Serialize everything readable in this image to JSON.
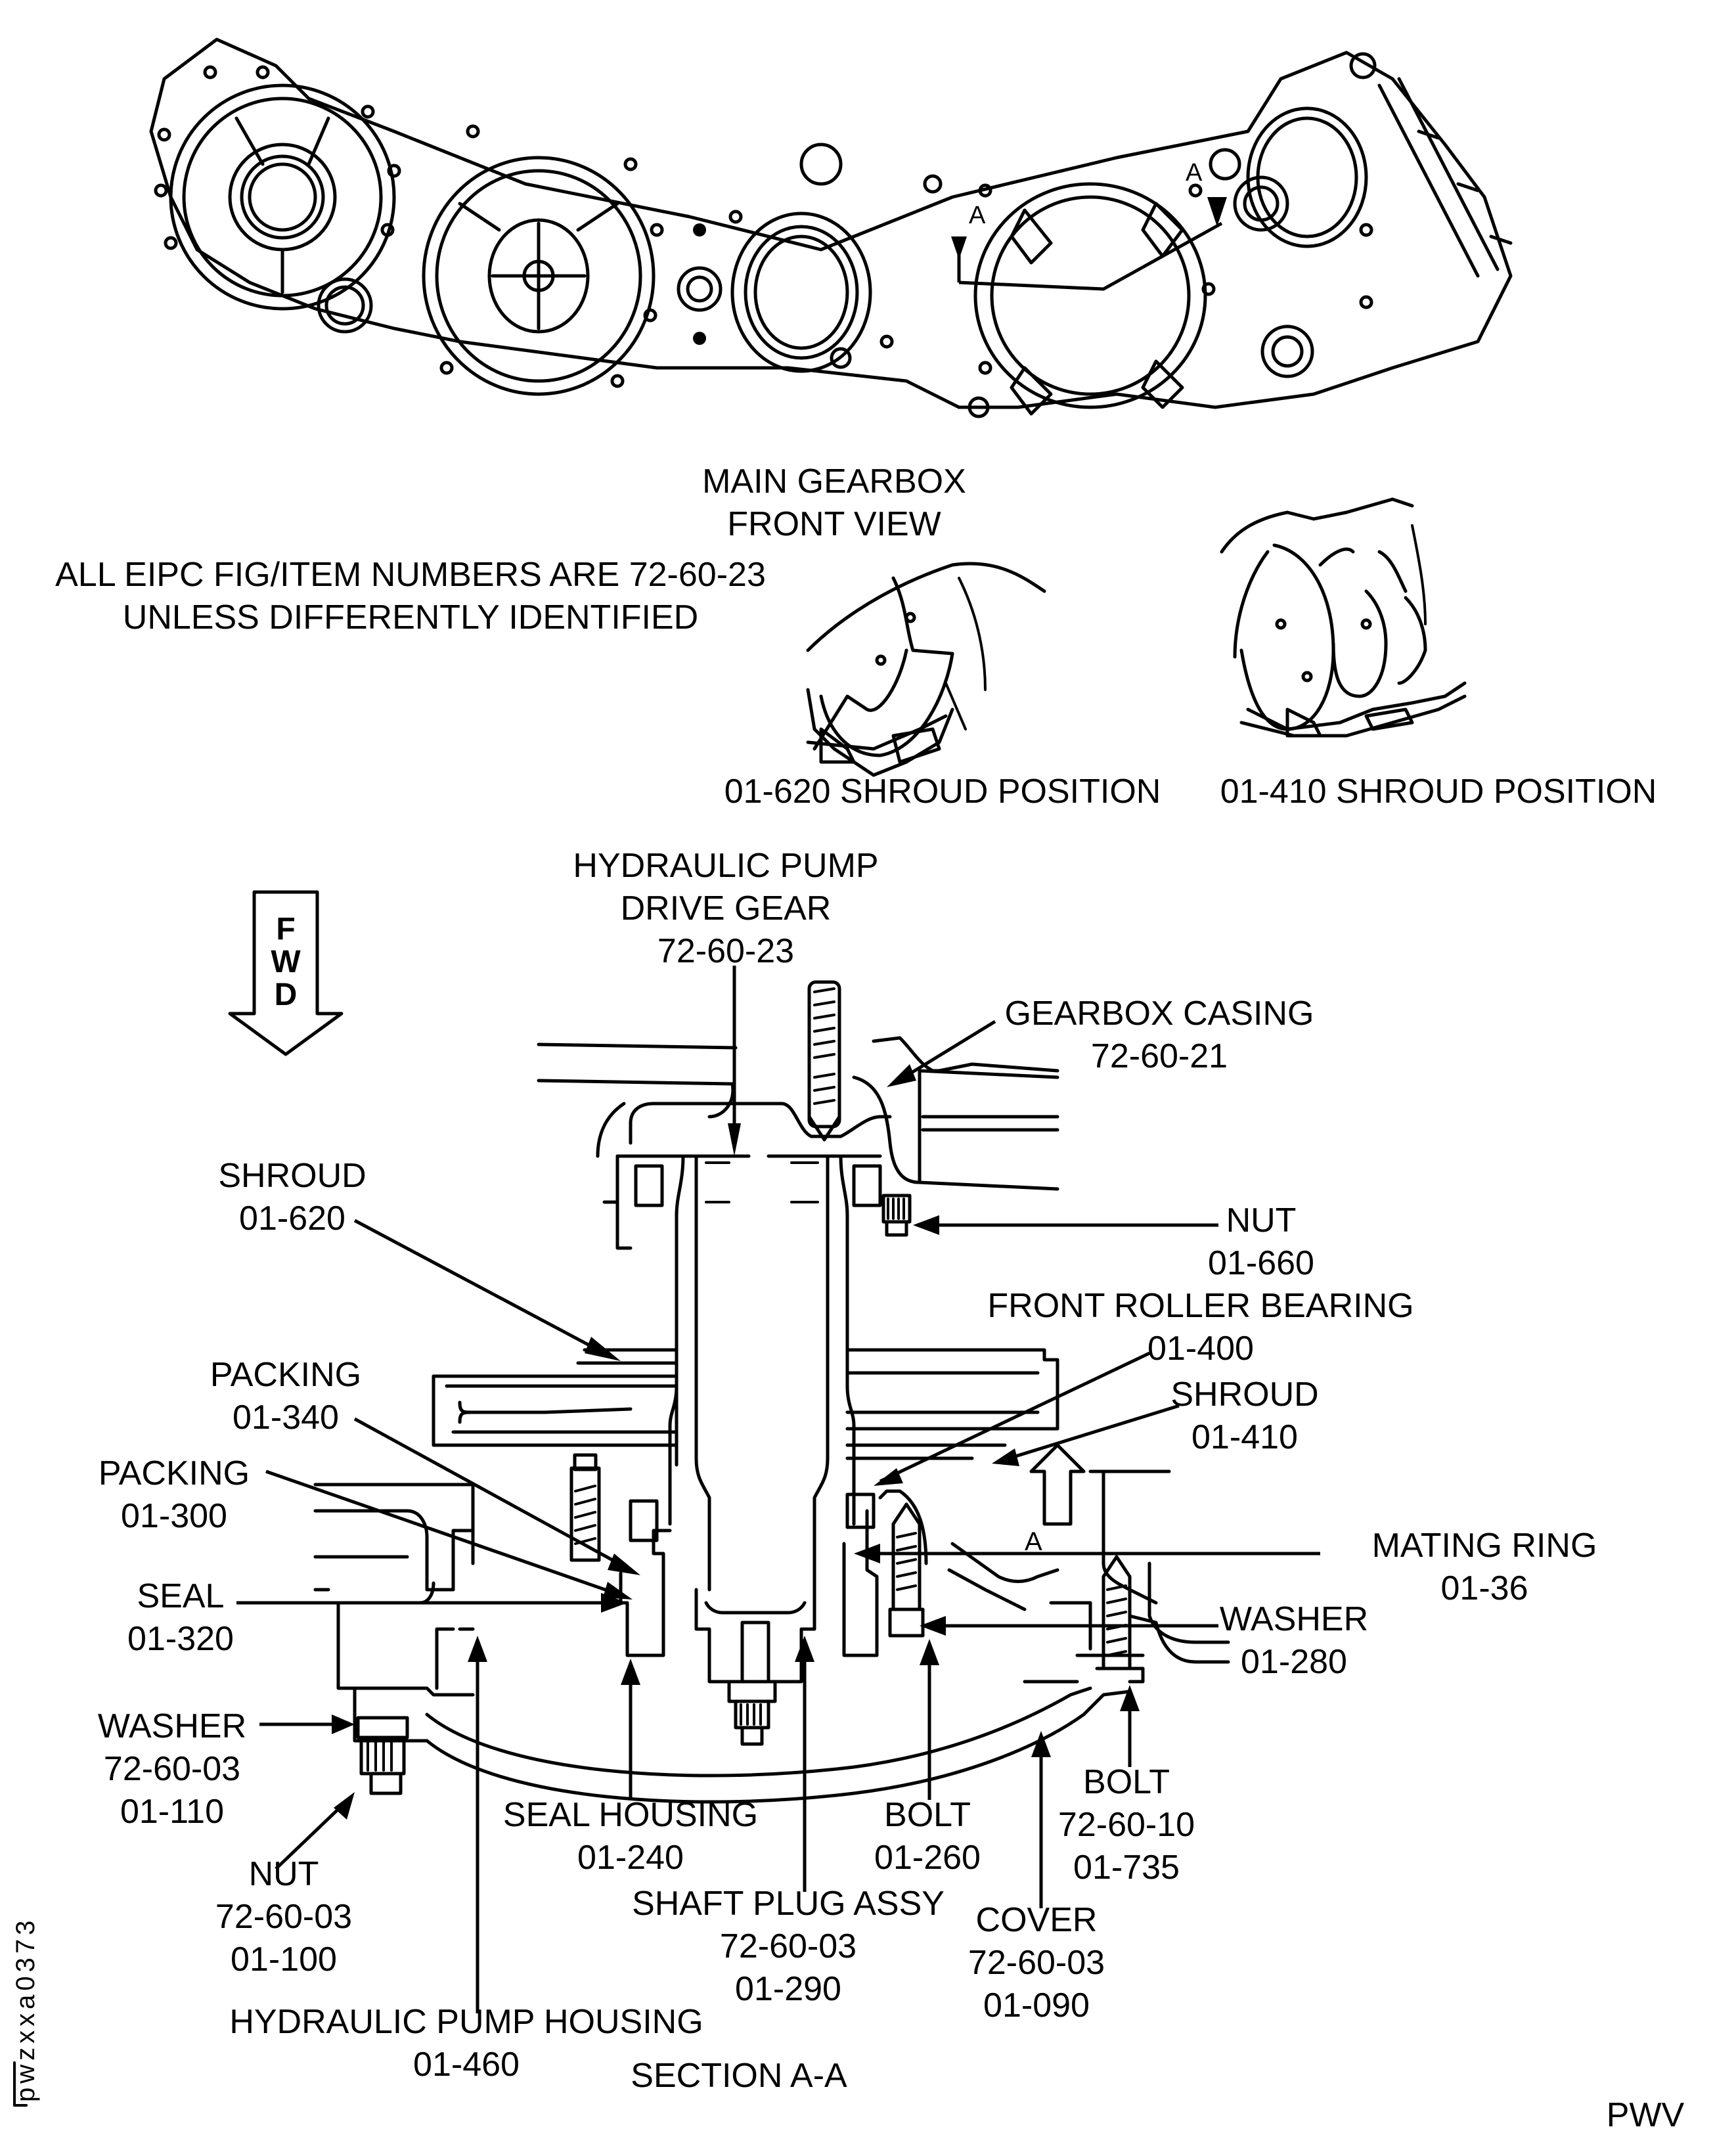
{
  "header": {
    "main_view_title": [
      "MAIN GEARBOX",
      "FRONT VIEW"
    ],
    "note": [
      "ALL EIPC FIG/ITEM NUMBERS ARE 72-60-23",
      "UNLESS DIFFERENTLY IDENTIFIED"
    ]
  },
  "shroud_positions": {
    "left_caption": "01-620 SHROUD POSITION",
    "right_caption": "01-410 SHROUD POSITION"
  },
  "section_markers": {
    "section_letter": "A",
    "fwd_letters": [
      "F",
      "W",
      "D"
    ]
  },
  "callouts": [
    {
      "id": "hydraulic-pump-drive-gear",
      "lines": [
        "HYDRAULIC PUMP",
        "DRIVE GEAR",
        "72-60-23"
      ]
    },
    {
      "id": "gearbox-casing",
      "lines": [
        "GEARBOX CASING",
        "72-60-21"
      ]
    },
    {
      "id": "shroud-01-620",
      "lines": [
        "SHROUD",
        "01-620"
      ]
    },
    {
      "id": "nut-01-660",
      "lines": [
        "NUT",
        "01-660"
      ]
    },
    {
      "id": "front-roller-bearing",
      "lines": [
        "FRONT ROLLER BEARING",
        "01-400"
      ]
    },
    {
      "id": "shroud-01-410",
      "lines": [
        "SHROUD",
        "01-410"
      ]
    },
    {
      "id": "packing-01-340",
      "lines": [
        "PACKING",
        "01-340"
      ]
    },
    {
      "id": "packing-01-300",
      "lines": [
        "PACKING",
        "01-300"
      ]
    },
    {
      "id": "mating-ring",
      "lines": [
        "MATING RING",
        "01-36"
      ]
    },
    {
      "id": "seal-01-320",
      "lines": [
        "SEAL",
        "01-320"
      ]
    },
    {
      "id": "washer-01-280",
      "lines": [
        "WASHER",
        "01-280"
      ]
    },
    {
      "id": "washer-01-110",
      "lines": [
        "WASHER",
        "72-60-03",
        "01-110"
      ]
    },
    {
      "id": "bolt-01-735",
      "lines": [
        "BOLT",
        "72-60-10",
        "01-735"
      ]
    },
    {
      "id": "seal-housing",
      "lines": [
        "SEAL HOUSING",
        "01-240"
      ]
    },
    {
      "id": "bolt-01-260",
      "lines": [
        "BOLT",
        "01-260"
      ]
    },
    {
      "id": "nut-01-100",
      "lines": [
        "NUT",
        "72-60-03",
        "01-100"
      ]
    },
    {
      "id": "shaft-plug-assy",
      "lines": [
        "SHAFT PLUG ASSY",
        "72-60-03",
        "01-290"
      ]
    },
    {
      "id": "cover",
      "lines": [
        "COVER",
        "72-60-03",
        "01-090"
      ]
    },
    {
      "id": "hydraulic-pump-housing",
      "lines": [
        "HYDRAULIC PUMP HOUSING",
        "01-460"
      ]
    }
  ],
  "footer": {
    "section_title": "SECTION A-A",
    "figure_ref": "pwzxxa0373",
    "publisher_mark": "PWV"
  }
}
